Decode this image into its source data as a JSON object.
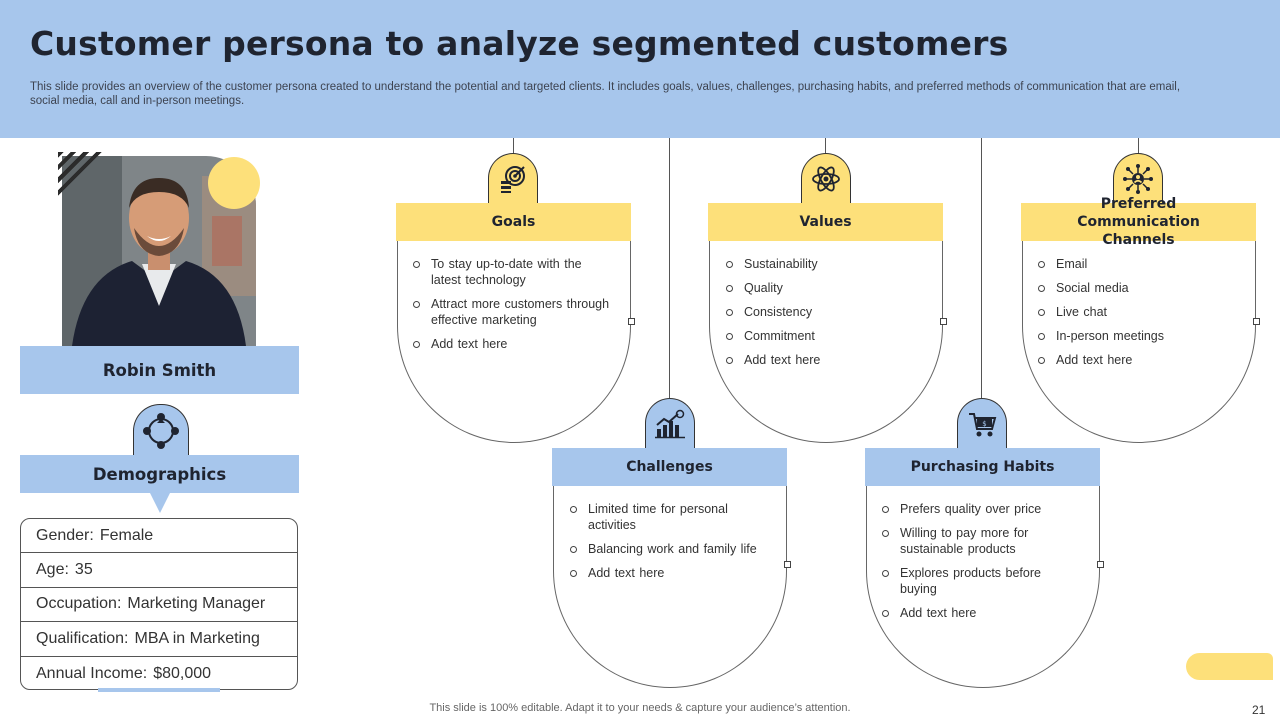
{
  "slide": {
    "title": "Customer persona to analyze segmented customers",
    "subtitle": "This slide provides an overview of the customer persona created to understand the potential and targeted clients. It includes goals, values, challenges, purchasing habits, and preferred methods of communication that are email, social media, call and in-person meetings.",
    "footer": "This slide is 100% editable. Adapt it to your needs & capture your audience’s attention.",
    "page_number": "21"
  },
  "persona": {
    "name": "Robin Smith",
    "demographics_title": "Demographics",
    "demographics": [
      {
        "label": "Gender:",
        "value": "Female"
      },
      {
        "label": "Age:",
        "value": "35"
      },
      {
        "label": "Occupation:",
        "value": "Marketing Manager"
      },
      {
        "label": "Qualification:",
        "value": "MBA in Marketing"
      },
      {
        "label": "Annual Income:",
        "value": "$80,000"
      }
    ]
  },
  "cards": {
    "goals": {
      "title": "Goals",
      "icon": "target-icon",
      "items": [
        "To stay up-to-date with the latest technology",
        "Attract more customers through effective  marketing",
        "Add text here"
      ]
    },
    "values": {
      "title": "Values",
      "icon": "atom-icon",
      "items": [
        "Sustainability",
        "Quality",
        "Consistency",
        "Commitment",
        "Add text here"
      ]
    },
    "communication": {
      "title": "Preferred Communication Channels",
      "icon": "network-person-icon",
      "items": [
        "Email",
        "Social media",
        "Live  chat",
        "In-person  meetings",
        "Add text here"
      ]
    },
    "challenges": {
      "title": "Challenges",
      "icon": "growth-chart-icon",
      "items": [
        "Limited time for personal activities",
        "Balancing work and family life",
        "Add text here"
      ]
    },
    "purchasing": {
      "title": "Purchasing Habits",
      "icon": "shopping-cart-icon",
      "items": [
        "Prefers quality over  price",
        "Willing to pay more for sustainable products",
        "Explores products before buying",
        "Add text here"
      ]
    }
  },
  "colors": {
    "header_blue": "#a7c6ec",
    "accent_yellow": "#fde07a",
    "title_dark": "#1f2430"
  }
}
